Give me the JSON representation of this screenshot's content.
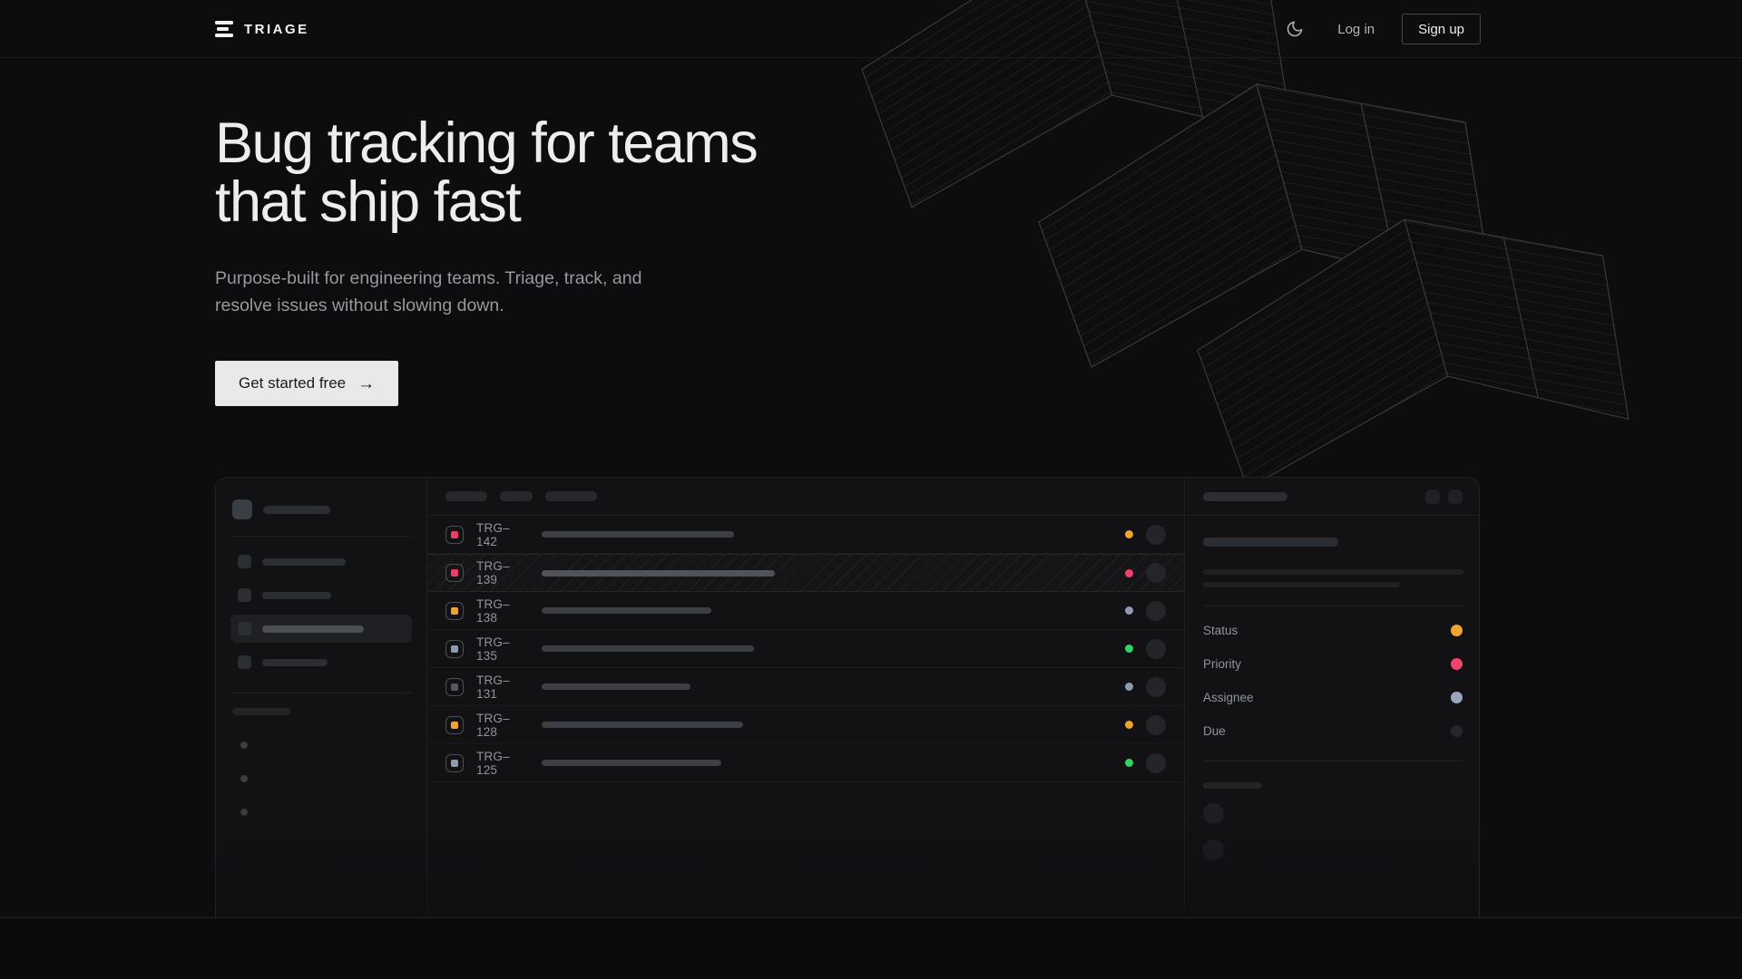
{
  "brand": {
    "name": "TRIAGE",
    "logo_icon": "triage-bars-icon"
  },
  "header": {
    "theme_toggle_icon": "moon-icon",
    "login_label": "Log in",
    "signup_label": "Sign up"
  },
  "hero": {
    "title_line1": "Bug tracking for teams",
    "title_line2": "that ship fast",
    "subtitle_line1": "Purpose-built for engineering teams. Triage, track, and",
    "subtitle_line2": "resolve issues without slowing down.",
    "cta_label": "Get started free",
    "cta_arrow": "→"
  },
  "app_preview": {
    "issues": [
      {
        "id": "TRG–142",
        "icon_color": "#ee3e68",
        "status_color": "#f0a32f",
        "title_width": 212,
        "selected": false
      },
      {
        "id": "TRG–139",
        "icon_color": "#ee3e68",
        "status_color": "#f0436e",
        "title_width": 257,
        "selected": true
      },
      {
        "id": "TRG–138",
        "icon_color": "#f0a32f",
        "status_color": "#8e9ab0",
        "title_width": 187,
        "selected": false
      },
      {
        "id": "TRG–135",
        "icon_color": "#8e9ab0",
        "status_color": "#2fd566",
        "title_width": 234,
        "selected": false
      },
      {
        "id": "TRG–131",
        "icon_color": "#565960",
        "status_color": "#8e9ab0",
        "title_width": 164,
        "selected": false
      },
      {
        "id": "TRG–128",
        "icon_color": "#f0a32f",
        "status_color": "#f0a32f",
        "title_width": 222,
        "selected": false
      },
      {
        "id": "TRG–125",
        "icon_color": "#8e9ab0",
        "status_color": "#2fd566",
        "title_width": 198,
        "selected": false
      }
    ],
    "detail": {
      "fields": [
        {
          "label": "Status",
          "color": "#f0a32f"
        },
        {
          "label": "Priority",
          "color": "#f0436e"
        },
        {
          "label": "Assignee",
          "color": "#9aa6bc"
        },
        {
          "label": "Due",
          "color": "#26282c"
        }
      ]
    }
  },
  "colors": {
    "page_bg": "#0d0d10",
    "panel_bg": "#121215",
    "accent_amber": "#f0a32f",
    "accent_pink": "#f0436e",
    "accent_green": "#2fd566",
    "accent_slate": "#8e9ab0",
    "cta_bg": "#e9e9e8"
  }
}
